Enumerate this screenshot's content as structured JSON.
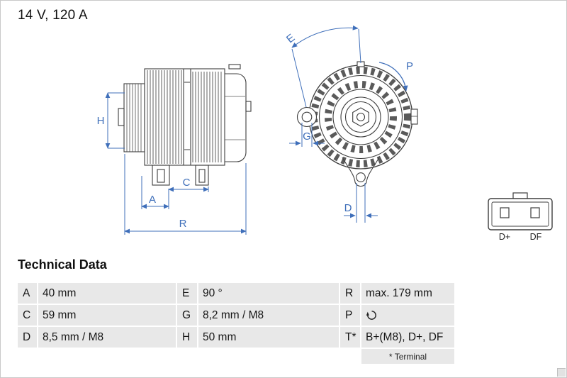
{
  "header": {
    "rating": "14 V, 120 A"
  },
  "drawing": {
    "dims": {
      "H": "H",
      "A": "A",
      "C": "C",
      "R": "R",
      "E": "E",
      "P": "P",
      "G": "G",
      "D": "D"
    },
    "connector": {
      "pin_left": "D+",
      "pin_right": "DF"
    }
  },
  "table": {
    "title": "Technical Data",
    "rows": [
      {
        "c1k": "A",
        "c1v": "40 mm",
        "c2k": "E",
        "c2v": "90 °",
        "c3k": "R",
        "c3v": "max. 179 mm"
      },
      {
        "c1k": "C",
        "c1v": "59 mm",
        "c2k": "G",
        "c2v": "8,2 mm / M8",
        "c3k": "P",
        "c3icon": "rotation-clockwise"
      },
      {
        "c1k": "D",
        "c1v": "8,5 mm / M8",
        "c2k": "H",
        "c2v": "50 mm",
        "c3k": "T*",
        "c3v": "B+(M8), D+, DF"
      }
    ],
    "footnote": "* Terminal"
  },
  "colors": {
    "dimension_blue": "#3f6fba",
    "line_dark": "#3d3d3d",
    "row_bg": "#e8e8e8"
  }
}
